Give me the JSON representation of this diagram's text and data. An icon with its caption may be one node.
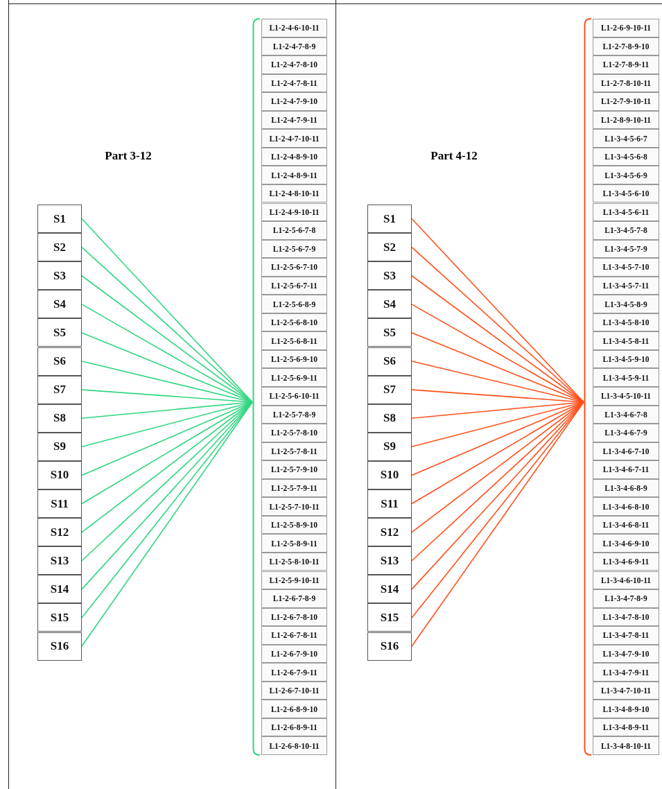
{
  "diagram": {
    "nodes": [
      {
        "text": [
          "S1"
        ]
      },
      {
        "text": [
          "S2"
        ]
      },
      {
        "text": [
          "S3"
        ]
      },
      {
        "text": [
          "S4"
        ]
      },
      {
        "text": [
          "S5"
        ]
      },
      {
        "text": [
          "S6"
        ]
      },
      {
        "text": [
          "S7"
        ]
      },
      {
        "text": [
          "S8"
        ]
      },
      {
        "text": [
          "S9"
        ]
      },
      {
        "text": [
          "S10"
        ]
      },
      {
        "text": [
          "S11"
        ]
      },
      {
        "text": [
          "S12"
        ]
      },
      {
        "text": [
          "S13"
        ]
      },
      {
        "text": [
          "S14"
        ]
      },
      {
        "text": [
          "S15"
        ]
      },
      {
        "text": [
          "S16"
        ]
      },
      {
        "text": [],
        "shape": "bracket"
      },
      {
        "text": [
          "L1-2-4-6-10-11"
        ]
      },
      {
        "text": [
          "L1-2-4-7-8-9"
        ]
      },
      {
        "text": [
          "L1-2-4-7-8-10"
        ]
      },
      {
        "text": [
          "L1-2-4-7-8-11"
        ]
      },
      {
        "text": [
          "L1-2-4-7-9-10"
        ]
      },
      {
        "text": [
          "L1-2-4-7-9-11"
        ]
      },
      {
        "text": [
          "L1-2-4-7-10-11"
        ]
      },
      {
        "text": [
          "L1-2-4-8-9-10"
        ]
      },
      {
        "text": [
          "L1-2-4-8-9-11"
        ]
      },
      {
        "text": [
          "L1-2-4-8-10-11"
        ]
      },
      {
        "text": [
          "L1-2-4-9-10-11"
        ]
      },
      {
        "text": [
          "L1-2-5-6-7-8"
        ]
      },
      {
        "text": [
          "L1-2-5-6-7-9"
        ]
      },
      {
        "text": [
          "L1-2-5-6-7-10"
        ]
      },
      {
        "text": [
          "L1-2-5-6-7-11"
        ]
      },
      {
        "text": [
          "L1-2-5-6-8-9"
        ]
      },
      {
        "text": [
          "L1-2-5-6-8-10"
        ]
      },
      {
        "text": [
          "L1-2-5-6-8-11"
        ]
      },
      {
        "text": [
          "L1-2-5-6-9-10"
        ]
      },
      {
        "text": [
          "L1-2-5-6-9-11"
        ]
      },
      {
        "text": [
          "L1-2-5-6-10-11"
        ]
      },
      {
        "text": [
          "L1-2-5-7-8-9"
        ]
      },
      {
        "text": [
          "L1-2-5-7-8-10"
        ]
      },
      {
        "text": [
          "L1-2-5-7-8-11"
        ]
      },
      {
        "text": [
          "L1-2-5-7-9-10"
        ]
      },
      {
        "text": [
          "L1-2-5-7-9-11"
        ]
      },
      {
        "text": [
          "L1-2-5-7-10-11"
        ]
      },
      {
        "text": [
          "L1-2-5-8-9-10"
        ]
      },
      {
        "text": [
          "L1-2-5-8-9-11"
        ]
      },
      {
        "text": [
          "L1-2-5-8-10-11"
        ]
      },
      {
        "text": [
          "L1-2-5-9-10-11"
        ]
      },
      {
        "text": [
          "L1-2-6-7-8-9"
        ]
      },
      {
        "text": [
          "L1-2-6-7-8-10"
        ]
      },
      {
        "text": [
          "L1-2-6-7-8-11"
        ]
      },
      {
        "text": [
          "L1-2-6-7-9-10"
        ]
      },
      {
        "text": [
          "L1-2-6-7-9-11"
        ]
      },
      {
        "text": [
          "L1-2-6-7-10-11"
        ]
      },
      {
        "text": [
          "L1-2-6-8-9-10"
        ]
      },
      {
        "text": [
          "L1-2-6-8-9-11"
        ]
      },
      {
        "text": [
          "L1-2-6-8-10-11"
        ]
      },
      {
        "text": [
          "S1"
        ]
      },
      {
        "text": [
          "S2"
        ]
      },
      {
        "text": [
          "S3"
        ]
      },
      {
        "text": [
          "S4"
        ]
      },
      {
        "text": [
          "S5"
        ]
      },
      {
        "text": [
          "S6"
        ]
      },
      {
        "text": [
          "S7"
        ]
      },
      {
        "text": [
          "S8"
        ]
      },
      {
        "text": [
          "S9"
        ]
      },
      {
        "text": [
          "S10"
        ]
      },
      {
        "text": [
          "S11"
        ]
      },
      {
        "text": [
          "S12"
        ]
      },
      {
        "text": [
          "S13"
        ]
      },
      {
        "text": [
          "S14"
        ]
      },
      {
        "text": [
          "S15"
        ]
      },
      {
        "text": [
          "S16"
        ]
      },
      {
        "text": [],
        "shape": "bracket"
      },
      {
        "text": [
          "L1-2-6-9-10-11"
        ]
      },
      {
        "text": [
          "L1-2-7-8-9-10"
        ]
      },
      {
        "text": [
          "L1-2-7-8-9-11"
        ]
      },
      {
        "text": [
          "L1-2-7-8-10-11"
        ]
      },
      {
        "text": [
          "L1-2-7-9-10-11"
        ]
      },
      {
        "text": [
          "L1-2-8-9-10-11"
        ]
      },
      {
        "text": [
          "L1-3-4-5-6-7"
        ]
      },
      {
        "text": [
          "L1-3-4-5-6-8"
        ]
      },
      {
        "text": [
          "L1-3-4-5-6-9"
        ]
      },
      {
        "text": [
          "L1-3-4-5-6-10"
        ]
      },
      {
        "text": [
          "L1-3-4-5-6-11"
        ]
      },
      {
        "text": [
          "L1-3-4-5-7-8"
        ]
      },
      {
        "text": [
          "L1-3-4-5-7-9"
        ]
      },
      {
        "text": [
          "L1-3-4-5-7-10"
        ]
      },
      {
        "text": [
          "L1-3-4-5-7-11"
        ]
      },
      {
        "text": [
          "L1-3-4-5-8-9"
        ]
      },
      {
        "text": [
          "L1-3-4-5-8-10"
        ]
      },
      {
        "text": [
          "L1-3-4-5-8-11"
        ]
      },
      {
        "text": [
          "L1-3-4-5-9-10"
        ]
      },
      {
        "text": [
          "L1-3-4-5-9-11"
        ]
      },
      {
        "text": [
          "L1-3-4-5-10-11"
        ]
      },
      {
        "text": [
          "L1-3-4-6-7-8"
        ]
      },
      {
        "text": [
          "L1-3-4-6-7-9"
        ]
      },
      {
        "text": [
          "L1-3-4-6-7-10"
        ]
      },
      {
        "text": [
          "L1-3-4-6-7-11"
        ]
      },
      {
        "text": [
          "L1-3-4-6-8-9"
        ]
      },
      {
        "text": [
          "L1-3-4-6-8-10"
        ]
      },
      {
        "text": [
          "L1-3-4-6-8-11"
        ]
      },
      {
        "text": [
          "L1-3-4-6-9-10"
        ]
      },
      {
        "text": [
          "L1-3-4-6-9-11"
        ]
      },
      {
        "text": [
          "L1-3-4-6-10-11"
        ]
      },
      {
        "text": [
          "L1-3-4-7-8-9"
        ]
      },
      {
        "text": [
          "L1-3-4-7-8-10"
        ]
      },
      {
        "text": [
          "L1-3-4-7-8-11"
        ]
      },
      {
        "text": [
          "L1-3-4-7-9-10"
        ]
      },
      {
        "text": [
          "L1-3-4-7-9-11"
        ]
      },
      {
        "text": [
          "L1-3-4-7-10-11"
        ]
      },
      {
        "text": [
          "L1-3-4-8-9-10"
        ]
      },
      {
        "text": [
          "L1-3-4-8-9-11"
        ]
      },
      {
        "text": [
          "L1-3-4-8-10-11"
        ]
      }
    ],
    "edges": [
      {
        "from": 0,
        "to": 16,
        "arrow": "none",
        "color": "#2fd67f"
      },
      {
        "from": 1,
        "to": 16,
        "arrow": "none",
        "color": "#2fd67f"
      },
      {
        "from": 2,
        "to": 16,
        "arrow": "none",
        "color": "#2fd67f"
      },
      {
        "from": 3,
        "to": 16,
        "arrow": "none",
        "color": "#2fd67f"
      },
      {
        "from": 4,
        "to": 16,
        "arrow": "none",
        "color": "#2fd67f"
      },
      {
        "from": 5,
        "to": 16,
        "arrow": "none",
        "color": "#2fd67f"
      },
      {
        "from": 6,
        "to": 16,
        "arrow": "none",
        "color": "#2fd67f"
      },
      {
        "from": 7,
        "to": 16,
        "arrow": "none",
        "color": "#2fd67f"
      },
      {
        "from": 8,
        "to": 16,
        "arrow": "none",
        "color": "#2fd67f"
      },
      {
        "from": 9,
        "to": 16,
        "arrow": "none",
        "color": "#2fd67f"
      },
      {
        "from": 10,
        "to": 16,
        "arrow": "none",
        "color": "#2fd67f"
      },
      {
        "from": 11,
        "to": 16,
        "arrow": "none",
        "color": "#2fd67f"
      },
      {
        "from": 12,
        "to": 16,
        "arrow": "none",
        "color": "#2fd67f"
      },
      {
        "from": 13,
        "to": 16,
        "arrow": "none",
        "color": "#2fd67f"
      },
      {
        "from": 14,
        "to": 16,
        "arrow": "none",
        "color": "#2fd67f"
      },
      {
        "from": 15,
        "to": 16,
        "arrow": "none",
        "color": "#2fd67f"
      },
      {
        "from": 57,
        "to": 73,
        "arrow": "none",
        "color": "#ff4f1a"
      },
      {
        "from": 58,
        "to": 73,
        "arrow": "none",
        "color": "#ff4f1a"
      },
      {
        "from": 59,
        "to": 73,
        "arrow": "none",
        "color": "#ff4f1a"
      },
      {
        "from": 60,
        "to": 73,
        "arrow": "none",
        "color": "#ff4f1a"
      },
      {
        "from": 61,
        "to": 73,
        "arrow": "none",
        "color": "#ff4f1a"
      },
      {
        "from": 62,
        "to": 73,
        "arrow": "none",
        "color": "#ff4f1a"
      },
      {
        "from": 63,
        "to": 73,
        "arrow": "none",
        "color": "#ff4f1a"
      },
      {
        "from": 64,
        "to": 73,
        "arrow": "none",
        "color": "#ff4f1a"
      },
      {
        "from": 65,
        "to": 73,
        "arrow": "none",
        "color": "#ff4f1a"
      },
      {
        "from": 66,
        "to": 73,
        "arrow": "none",
        "color": "#ff4f1a"
      },
      {
        "from": 67,
        "to": 73,
        "arrow": "none",
        "color": "#ff4f1a"
      },
      {
        "from": 68,
        "to": 73,
        "arrow": "none",
        "color": "#ff4f1a"
      },
      {
        "from": 69,
        "to": 73,
        "arrow": "none",
        "color": "#ff4f1a"
      },
      {
        "from": 70,
        "to": 73,
        "arrow": "none",
        "color": "#ff4f1a"
      },
      {
        "from": 71,
        "to": 73,
        "arrow": "none",
        "color": "#ff4f1a"
      },
      {
        "from": 72,
        "to": 73,
        "arrow": "none",
        "color": "#ff4f1a"
      }
    ],
    "labels": [
      "Part 3-12",
      "Part 4-12"
    ]
  }
}
